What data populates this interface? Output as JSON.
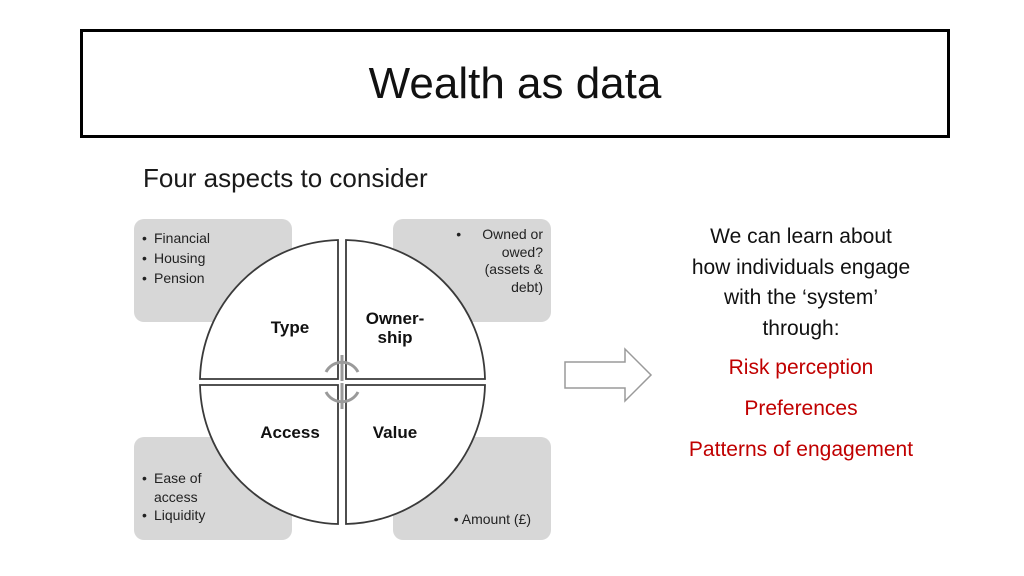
{
  "title": "Wealth as data",
  "subtitle": "Four aspects to consider",
  "cards": {
    "top_left": [
      "Financial",
      "Housing",
      "Pension"
    ],
    "top_right": [
      "Owned or owed? (assets & debt)"
    ],
    "top_right_lines": [
      "Owned or",
      "owed?",
      "(assets &",
      "debt)"
    ],
    "bottom_left": [
      "Ease of access",
      "Liquidity"
    ],
    "bottom_left_lines": [
      "Ease of",
      "access"
    ],
    "bottom_right": [
      "Amount (£)"
    ]
  },
  "quadrants": {
    "type": "Type",
    "ownership_line1": "Owner-",
    "ownership_line2": "ship",
    "access": "Access",
    "value": "Value"
  },
  "right_text": {
    "line1": "We can learn about",
    "line2": "how individuals engage",
    "line3": "with the ‘system’",
    "line4": "through:",
    "items": [
      "Risk perception",
      "Preferences",
      "Patterns of engagement"
    ]
  },
  "colors": {
    "card_fill": "#d7d7d7",
    "highlight_text": "#c00000"
  }
}
